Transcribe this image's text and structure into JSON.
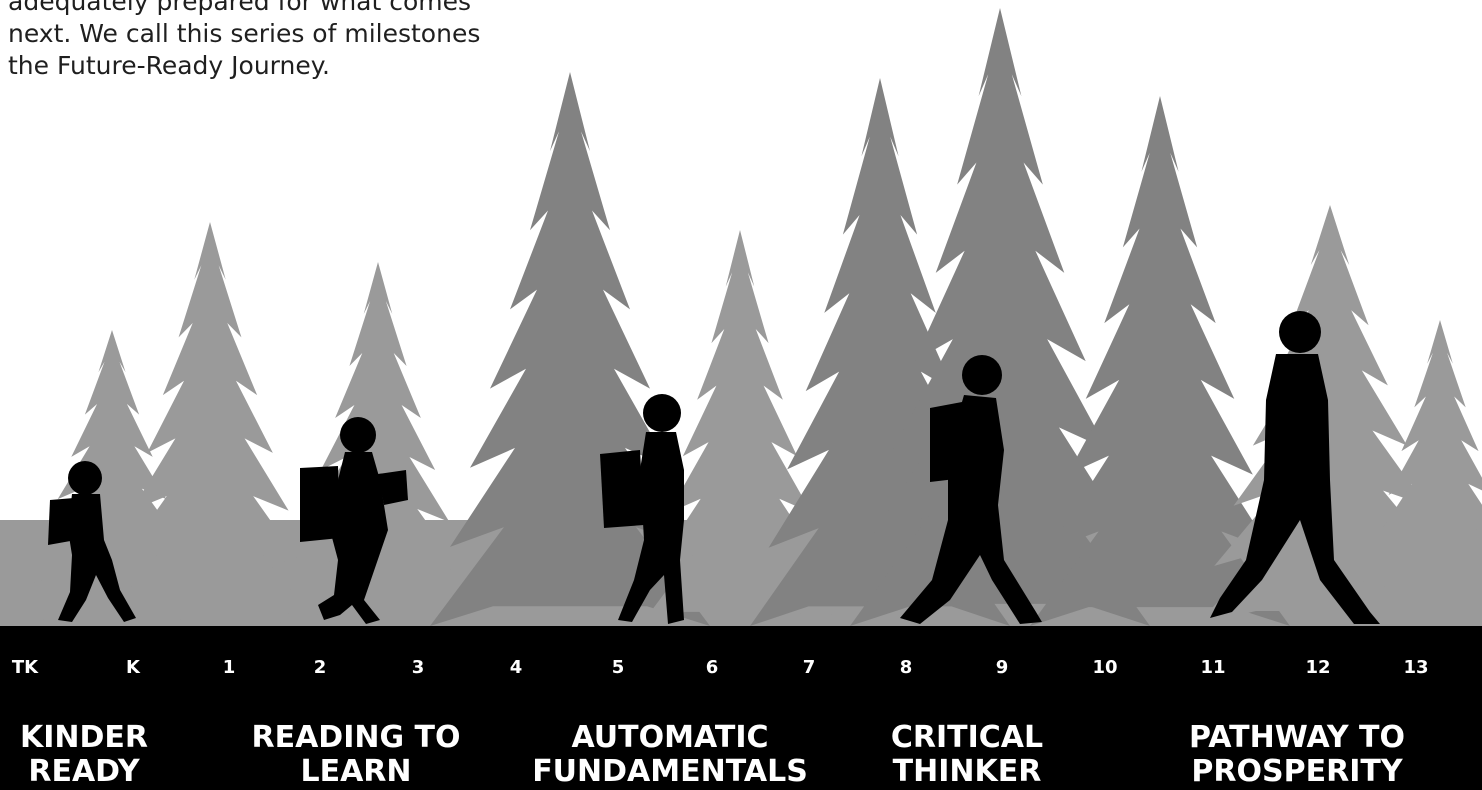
{
  "intro": {
    "lines": [
      "",
      "adequately prepared for what comes",
      "next. We call this series of milestones",
      "the Future-Ready Journey."
    ]
  },
  "grades": [
    "TK",
    "K",
    "1",
    "2",
    "3",
    "4",
    "5",
    "6",
    "7",
    "8",
    "9",
    "10",
    "11",
    "12",
    "13"
  ],
  "milestones": [
    {
      "line1": "KINDER",
      "line2": "READY"
    },
    {
      "line1": "READING TO",
      "line2": "LEARN"
    },
    {
      "line1": "AUTOMATIC",
      "line2": "FUNDAMENTALS"
    },
    {
      "line1": "CRITICAL",
      "line2": "THINKER"
    },
    {
      "line1": "PATHWAY TO",
      "line2": "PROSPERITY"
    }
  ],
  "colors": {
    "tree_back": "#9a9a9a",
    "tree_front": "#828282",
    "silhouette": "#000000",
    "band": "#000000",
    "band_text": "#ffffff"
  }
}
